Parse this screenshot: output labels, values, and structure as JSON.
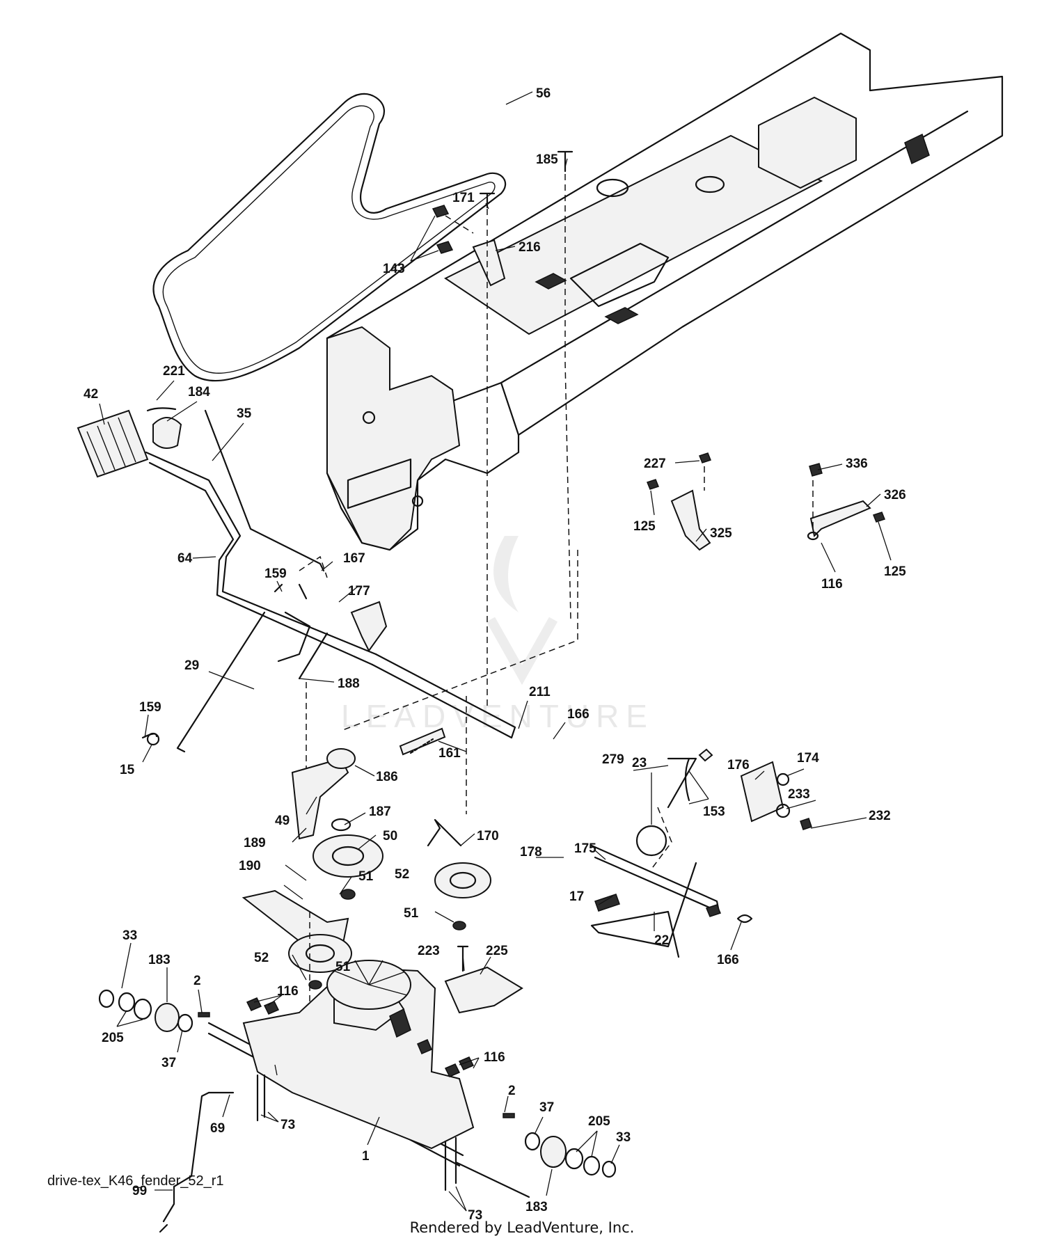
{
  "diagram": {
    "code": "drive-tex_K46_fender_52_r1",
    "footer": "Rendered by LeadVenture, Inc.",
    "watermark": "LEADVENTURE"
  },
  "callouts": [
    {
      "id": "c-56",
      "label": "56"
    },
    {
      "id": "c-185",
      "label": "185"
    },
    {
      "id": "c-171",
      "label": "171"
    },
    {
      "id": "c-216",
      "label": "216"
    },
    {
      "id": "c-143",
      "label": "143"
    },
    {
      "id": "c-221",
      "label": "221"
    },
    {
      "id": "c-184",
      "label": "184"
    },
    {
      "id": "c-42",
      "label": "42"
    },
    {
      "id": "c-35",
      "label": "35"
    },
    {
      "id": "c-227",
      "label": "227"
    },
    {
      "id": "c-336",
      "label": "336"
    },
    {
      "id": "c-326",
      "label": "326"
    },
    {
      "id": "c-125a",
      "label": "125"
    },
    {
      "id": "c-325",
      "label": "325"
    },
    {
      "id": "c-125b",
      "label": "125"
    },
    {
      "id": "c-116a",
      "label": "116"
    },
    {
      "id": "c-64",
      "label": "64"
    },
    {
      "id": "c-159a",
      "label": "159"
    },
    {
      "id": "c-167",
      "label": "167"
    },
    {
      "id": "c-177",
      "label": "177"
    },
    {
      "id": "c-29",
      "label": "29"
    },
    {
      "id": "c-188",
      "label": "188"
    },
    {
      "id": "c-159b",
      "label": "159"
    },
    {
      "id": "c-15",
      "label": "15"
    },
    {
      "id": "c-211",
      "label": "211"
    },
    {
      "id": "c-166a",
      "label": "166"
    },
    {
      "id": "c-161",
      "label": "161"
    },
    {
      "id": "c-186",
      "label": "186"
    },
    {
      "id": "c-279",
      "label": "279"
    },
    {
      "id": "c-176",
      "label": "176"
    },
    {
      "id": "c-174",
      "label": "174"
    },
    {
      "id": "c-23",
      "label": "23"
    },
    {
      "id": "c-153",
      "label": "153"
    },
    {
      "id": "c-233",
      "label": "233"
    },
    {
      "id": "c-232",
      "label": "232"
    },
    {
      "id": "c-49",
      "label": "49"
    },
    {
      "id": "c-187",
      "label": "187"
    },
    {
      "id": "c-189",
      "label": "189"
    },
    {
      "id": "c-170",
      "label": "170"
    },
    {
      "id": "c-50",
      "label": "50"
    },
    {
      "id": "c-175",
      "label": "175"
    },
    {
      "id": "c-178",
      "label": "178"
    },
    {
      "id": "c-52a",
      "label": "52"
    },
    {
      "id": "c-190",
      "label": "190"
    },
    {
      "id": "c-51a",
      "label": "51"
    },
    {
      "id": "c-51b",
      "label": "51"
    },
    {
      "id": "c-17",
      "label": "17"
    },
    {
      "id": "c-22",
      "label": "22"
    },
    {
      "id": "c-166b",
      "label": "166"
    },
    {
      "id": "c-52b",
      "label": "52"
    },
    {
      "id": "c-51c",
      "label": "51"
    },
    {
      "id": "c-33a",
      "label": "33"
    },
    {
      "id": "c-223",
      "label": "223"
    },
    {
      "id": "c-225",
      "label": "225"
    },
    {
      "id": "c-183a",
      "label": "183"
    },
    {
      "id": "c-2a",
      "label": "2"
    },
    {
      "id": "c-116b",
      "label": "116"
    },
    {
      "id": "c-205a",
      "label": "205"
    },
    {
      "id": "c-37a",
      "label": "37"
    },
    {
      "id": "c-116c",
      "label": "116"
    },
    {
      "id": "c-2b",
      "label": "2"
    },
    {
      "id": "c-69",
      "label": "69"
    },
    {
      "id": "c-73a",
      "label": "73"
    },
    {
      "id": "c-37b",
      "label": "37"
    },
    {
      "id": "c-205b",
      "label": "205"
    },
    {
      "id": "c-33b",
      "label": "33"
    },
    {
      "id": "c-1",
      "label": "1"
    },
    {
      "id": "c-99",
      "label": "99"
    },
    {
      "id": "c-183b",
      "label": "183"
    },
    {
      "id": "c-73b",
      "label": "73"
    }
  ]
}
